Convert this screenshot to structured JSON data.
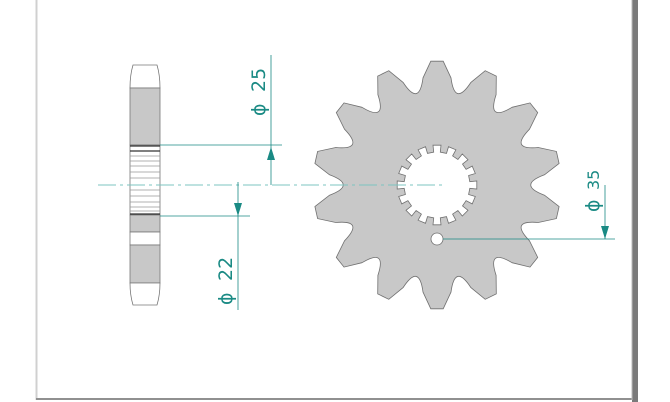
{
  "drawing": {
    "dimensions": [
      {
        "id": "bore",
        "symbol": "ϕ",
        "value": "25"
      },
      {
        "id": "hub",
        "symbol": "ϕ",
        "value": "22"
      },
      {
        "id": "hole_circle",
        "symbol": "ϕ",
        "value": "35"
      }
    ],
    "sprocket": {
      "teeth": 14,
      "spline_teeth": 16
    },
    "colors": {
      "part": "#c8c8c8",
      "outline": "#707070",
      "dimension": "#1a8a84",
      "frame": "#808080"
    }
  }
}
